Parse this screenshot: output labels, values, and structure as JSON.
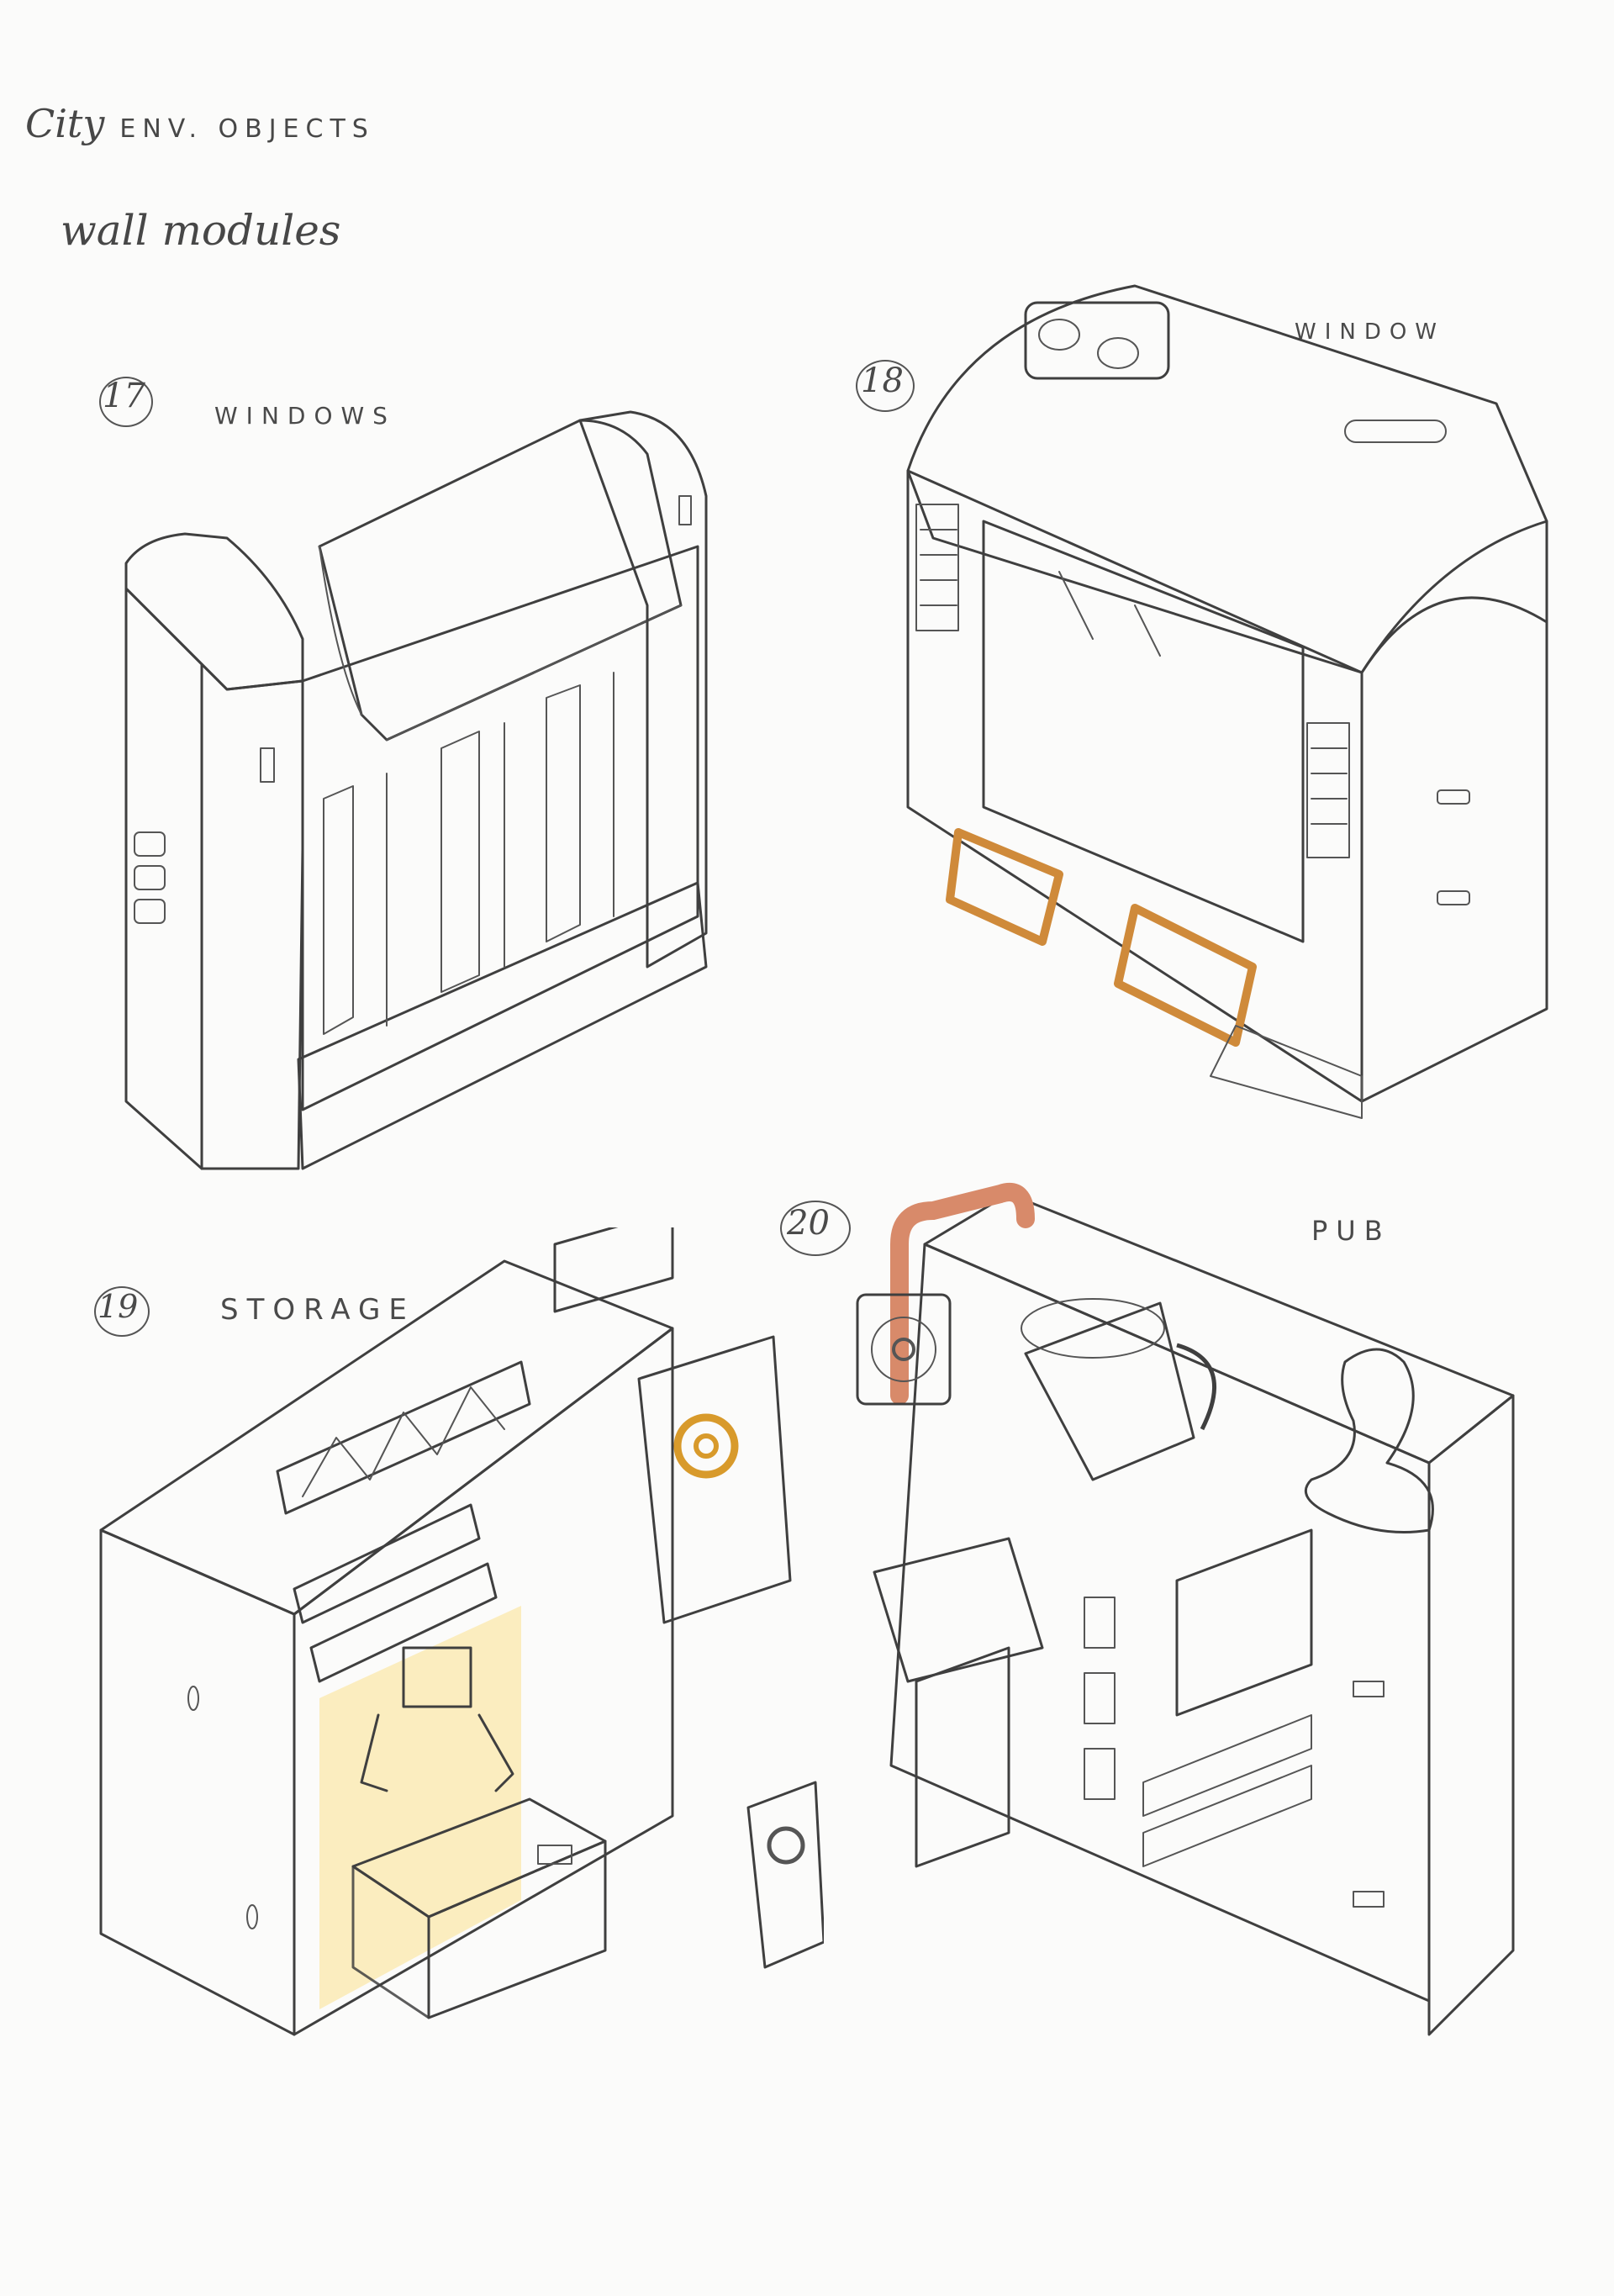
{
  "sheet": {
    "title_part1": "City",
    "title_part2": "ENV. OBJECTS",
    "subtitle": "wall modules"
  },
  "modules": [
    {
      "number": "17",
      "label": "WINDOWS"
    },
    {
      "number": "18",
      "label": "WINDOW"
    },
    {
      "number": "19",
      "label": "STORAGE"
    },
    {
      "number": "20",
      "label": "PUB"
    }
  ],
  "colors": {
    "paper": "#fbfbfa",
    "line": "#3f3f3f",
    "wall_light": "#f2f2f2",
    "wall_shade": "#d8d8d8",
    "glass": "#bfeef5",
    "awning_green": "#9ad8b3",
    "orange": "#e07a45",
    "copper": "#cf8a3a",
    "yellow": "#f0e27a",
    "red_neon": "#e2665a",
    "pink": "#f3c9b8",
    "neon_green": "#3ecf6c",
    "neon_cyan": "#3fd0c9"
  },
  "icons": [
    "gear-icon",
    "fan-vent-icon",
    "beer-mug-icon"
  ]
}
